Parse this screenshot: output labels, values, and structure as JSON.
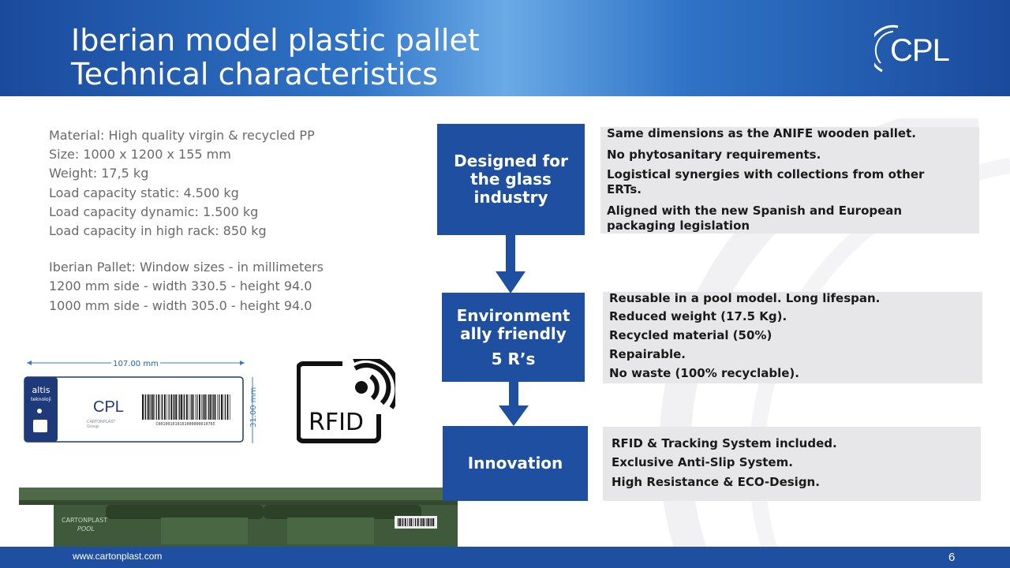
{
  "header": {
    "title_line1": "Iberian model plastic pallet",
    "title_line2": "Technical characteristics",
    "logo_text": "CPL"
  },
  "specs": {
    "lines": [
      "Material: High quality virgin & recycled PP",
      "Size: 1000 x 1200 x 155 mm",
      "Weight: 17,5 kg",
      "Load capacity static: 4.500 kg",
      "Load capacity dynamic: 1.500 kg",
      "Load capacity in high rack: 850 kg"
    ],
    "window_lines": [
      "Iberian Pallet: Window sizes - in millimeters",
      "1200 mm side - width 330.5 - height 94.0",
      "1000 mm side - width 305.0 - height 94.0"
    ]
  },
  "tag_label": {
    "width_dim": "107.00 mm",
    "height_dim": "31.00 mm",
    "brand1": "altis",
    "brand1_sub": "teknoloji",
    "logo": "CPL",
    "logo_sub": "CARTONPLAST",
    "logo_sub2": "Group",
    "barcode_number": "C001001010101000000010765",
    "small_icon": "rfid-icon"
  },
  "rfid_icon": {
    "text": "RFID"
  },
  "pallet": {
    "brand": "CARTONPLAST",
    "brand2": "POOL"
  },
  "sections": [
    {
      "heading": "Designed for the glass industry",
      "points": [
        "Same dimensions as the ANIFE wooden pallet.",
        "No phytosanitary requirements.",
        "Logistical synergies with collections from other ERTs.",
        "Aligned with the new Spanish and European packaging legislation"
      ]
    },
    {
      "heading": "Environment ally friendly",
      "heading_sub": "5 R’s",
      "points": [
        "Reusable in a pool model. Long lifespan.",
        "Reduced weight (17.5 Kg).",
        "Recycled material (50%)",
        "Repairable.",
        "No waste (100% recyclable)."
      ]
    },
    {
      "heading": "Innovation",
      "points": [
        "RFID & Tracking System included.",
        "Exclusive Anti-Slip System.",
        "High Resistance & ECO-Design."
      ]
    }
  ],
  "footer": {
    "url": "www.cartonplast.com",
    "page": "6"
  },
  "colors": {
    "brand_blue": "#1f4fa0",
    "panel_gray": "#e7e6e8",
    "pallet_green": "#3f5a3a"
  }
}
